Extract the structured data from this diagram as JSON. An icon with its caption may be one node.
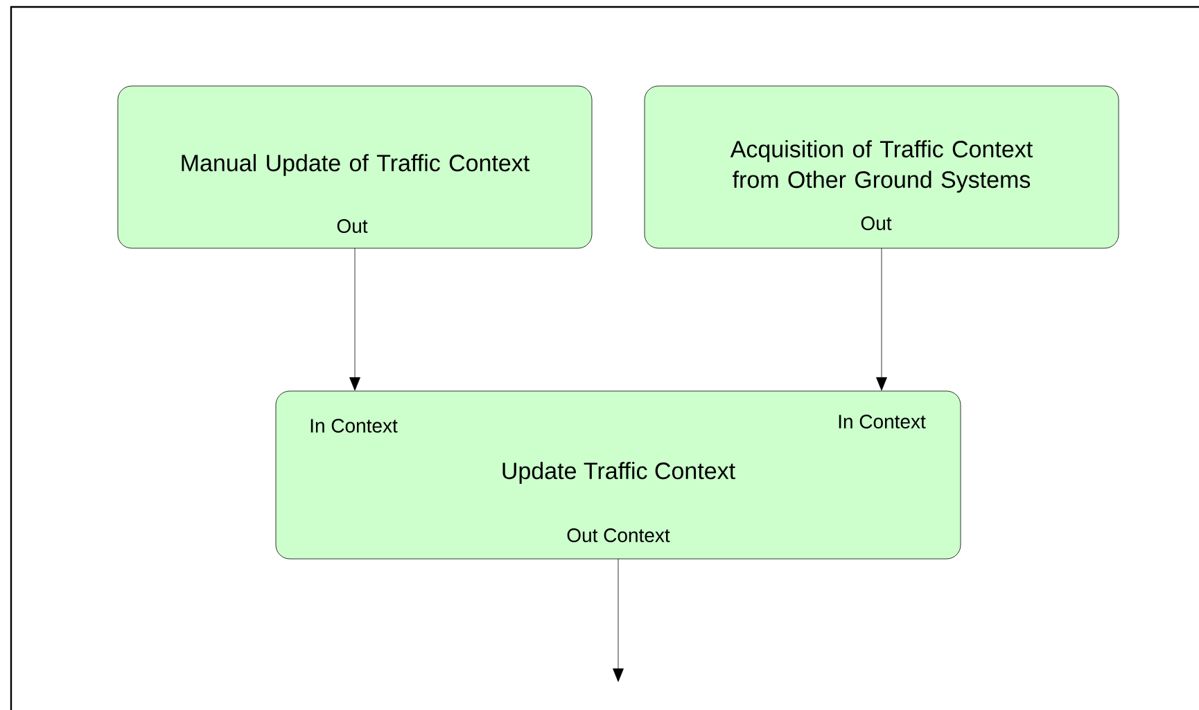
{
  "diagram": {
    "nodes": [
      {
        "text": [
          "Manual Update of Traffic Context",
          "Out"
        ]
      },
      {
        "text": [
          "Acquisition of Traffic Context from Other Ground Systems",
          "Out"
        ]
      },
      {
        "text": [
          "In Context",
          "In Context",
          "Update Traffic Context",
          "Out Context"
        ]
      }
    ],
    "edges": [
      {
        "from": 0,
        "to": 2,
        "arrow": "to"
      },
      {
        "from": 1,
        "to": 2,
        "arrow": "to"
      },
      {
        "from": 2,
        "to": null,
        "arrow": "to"
      }
    ]
  }
}
